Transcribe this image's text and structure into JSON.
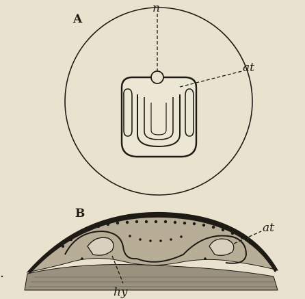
{
  "figure": {
    "panel_a": {
      "letter": "A",
      "label_n": "n",
      "label_at": "at"
    },
    "panel_b": {
      "letter": "B",
      "label_at": "at",
      "label_hy": "hy"
    }
  },
  "colors": {
    "background": "#e9e2cf",
    "ink": "#1e1a14",
    "tissue": "#b8ad96",
    "yolk": "#9a917f"
  }
}
